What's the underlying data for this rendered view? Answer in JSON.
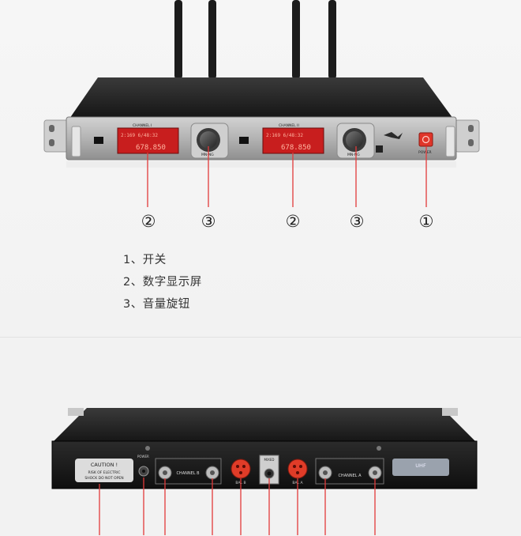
{
  "callouts": {
    "c1": "②",
    "c2": "③",
    "c3": "②",
    "c4": "③",
    "c5": "①"
  },
  "legend": {
    "items": [
      "1、开关",
      "2、数字显示屏",
      "3、音量旋钮"
    ]
  },
  "front_panel": {
    "channel_labels": [
      "CHANNEL I",
      "CHANNEL II"
    ],
    "lcd_line1": "2:169  6/48:32",
    "lcd_line2": "678.850",
    "knob_label": "MN-NG",
    "power_label": "POWER"
  },
  "rear_panel": {
    "caution_title": "CAUTION !",
    "caution_line1": "RISK OF ELECTRIC",
    "caution_line2": "SHOCK DO NOT OPEN",
    "power_label": "POWER",
    "channel_b": "CHANNEL B",
    "channel_a": "CHANNEL A",
    "mixed_label": "MIXED",
    "bal_b": "BAL B",
    "bal_a": "BAL A",
    "uhf_label": "UHF"
  },
  "colors": {
    "callout_line": "#e23a3a",
    "lcd_bg": "#c81e1e",
    "chassis": "#1a1a1a",
    "faceplate": "#b9b9b9",
    "xlr": "#e03c28"
  }
}
